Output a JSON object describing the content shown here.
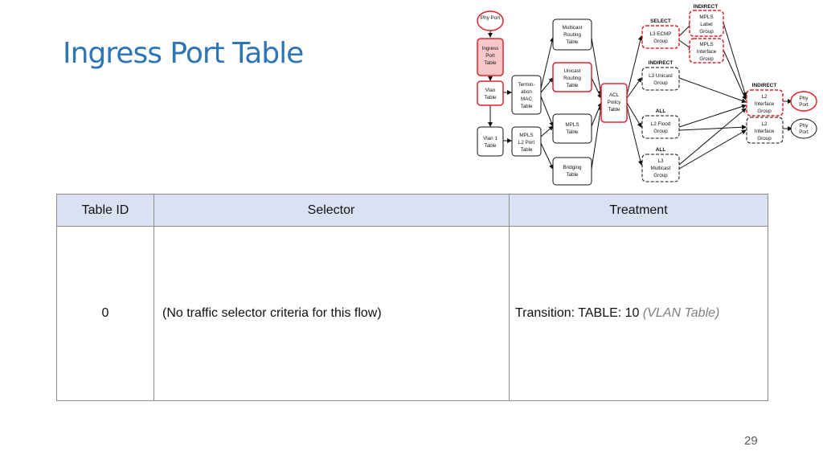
{
  "slide": {
    "title": "Ingress Port Table",
    "page_number": "29"
  },
  "pipeline": {
    "ingress_start": "Phy Port",
    "ingress_port_table": [
      "Ingress",
      "Port",
      "Table"
    ],
    "vlan_table": [
      "Vlan",
      "Table"
    ],
    "vlan1_table": [
      "Vlan 1",
      "Table"
    ],
    "termination_mac_table": [
      "Termin-",
      "ation",
      "MAC",
      "Table"
    ],
    "mpls_l2_port_table": [
      "MPLS",
      "L2 Port",
      "Table"
    ],
    "multicast_routing_table": [
      "Multicast",
      "Routing",
      "Table"
    ],
    "unicast_routing_table": [
      "Unicast",
      "Routing",
      "Table"
    ],
    "mpls_table": [
      "MPLS",
      "Table"
    ],
    "bridging_table": [
      "Bridging",
      "Table"
    ],
    "acl_policy_table": [
      "ACL",
      "Policy",
      "Table"
    ],
    "labels": {
      "select": "SELECT",
      "indirect_top": "INDIRECT",
      "indirect_mid": "INDIRECT",
      "indirect_right": "INDIRECT",
      "all_1": "ALL",
      "all_2": "ALL"
    },
    "l3_ecmp_group": [
      "L3 ECMP",
      "Group"
    ],
    "l3_unicast_group": [
      "L3 Unicast",
      "Group"
    ],
    "l2_flood_group": [
      "L2 Flood",
      "Group"
    ],
    "l3_multicast_group": [
      "L3",
      "Multicast",
      "Group"
    ],
    "mpls_label_group": [
      "MPLS",
      "Label",
      "Group"
    ],
    "mpls_interface_group": [
      "MPLS",
      "Interface",
      "Group"
    ],
    "l2_interface_group_1": [
      "L2",
      "Interface",
      "Group"
    ],
    "l2_interface_group_2": [
      "L2",
      "Interface",
      "Group"
    ],
    "egress_port_1": [
      "Phy",
      "Port"
    ],
    "egress_port_2": [
      "Phy",
      "Port"
    ],
    "colors": {
      "highlight": "#e0242b",
      "highlight_fill": "#f8c7c9"
    }
  },
  "table": {
    "headers": [
      "Table ID",
      "Selector",
      "Treatment"
    ],
    "rows": [
      {
        "table_id": "0",
        "selector": "(No traffic selector criteria for this flow)",
        "treatment": "Transition: TABLE: 10",
        "treatment_note": "(VLAN Table)"
      }
    ]
  }
}
